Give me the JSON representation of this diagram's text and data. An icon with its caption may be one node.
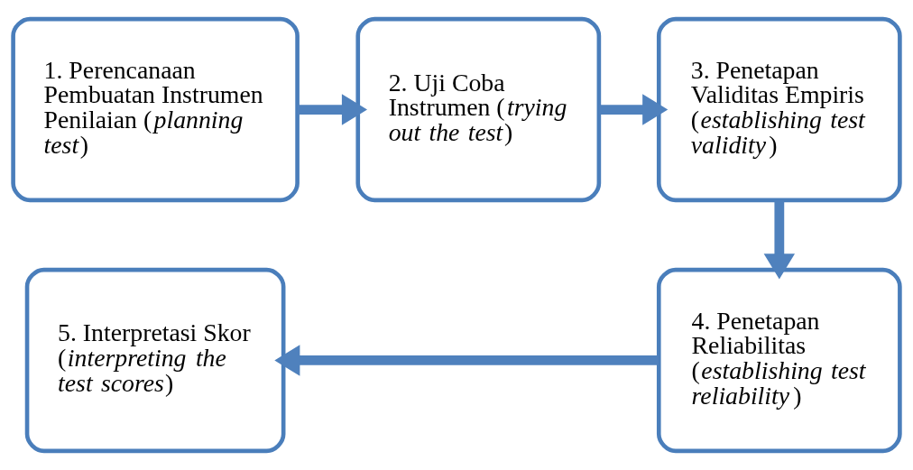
{
  "diagram": {
    "nodes": [
      {
        "text": [
          "1. Perencanaan Pembuatan Instrumen Penilaian (*planning test*)"
        ]
      },
      {
        "text": [
          "2. Uji Coba Instrumen (*trying out the test*)"
        ]
      },
      {
        "text": [
          "3. Penetapan Validitas Empiris (*establishing test validity*)"
        ]
      },
      {
        "text": [
          "4. Penetapan Reliabilitas (*establishing test reliability*)"
        ]
      },
      {
        "text": [
          "5. Interpretasi Skor (*interpreting the test scores*)"
        ]
      }
    ],
    "edges": [
      {
        "from": 0,
        "to": 1,
        "arrow": "to"
      },
      {
        "from": 1,
        "to": 2,
        "arrow": "to"
      },
      {
        "from": 2,
        "to": 3,
        "arrow": "to"
      },
      {
        "from": 3,
        "to": 4,
        "arrow": "to"
      }
    ]
  }
}
